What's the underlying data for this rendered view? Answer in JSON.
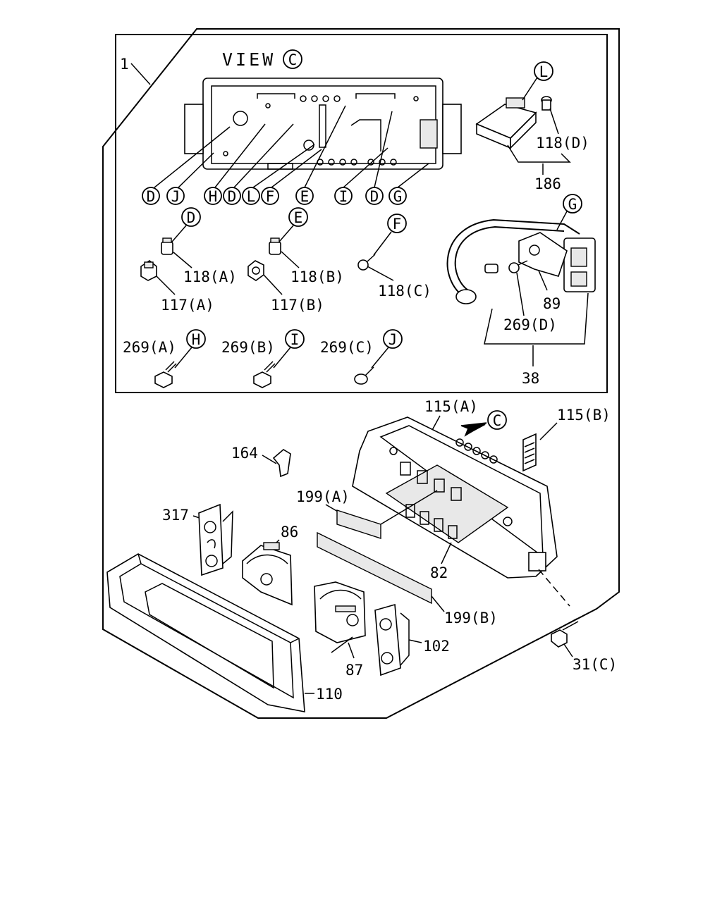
{
  "view_title": "VIEW",
  "view_ref": "C",
  "assembly_label": "1",
  "callouts_bottom_row": [
    "D",
    "J",
    "H",
    "D",
    "L",
    "F",
    "E",
    "I",
    "D",
    "G"
  ],
  "parts": {
    "p118A": {
      "label": "118(A)",
      "ref": "D"
    },
    "p118B": {
      "label": "118(B)",
      "ref": "E"
    },
    "p118C": {
      "label": "118(C)",
      "ref": "F"
    },
    "p117A": {
      "label": "117(A)"
    },
    "p117B": {
      "label": "117(B)"
    },
    "p118D": {
      "label": "118(D)",
      "ref": "L"
    },
    "p186": {
      "label": "186"
    },
    "p89": {
      "label": "89",
      "ref": "G"
    },
    "p269D": {
      "label": "269(D)"
    },
    "p38": {
      "label": "38"
    },
    "p269A": {
      "label": "269(A)",
      "ref": "H"
    },
    "p269B": {
      "label": "269(B)",
      "ref": "I"
    },
    "p269C": {
      "label": "269(C)",
      "ref": "J"
    },
    "p115A": {
      "label": "115(A)",
      "ref": "C"
    },
    "p115B": {
      "label": "115(B)"
    },
    "p164": {
      "label": "164"
    },
    "p199A": {
      "label": "199(A)"
    },
    "p199B": {
      "label": "199(B)"
    },
    "p317": {
      "label": "317"
    },
    "p86": {
      "label": "86"
    },
    "p82": {
      "label": "82"
    },
    "p87": {
      "label": "87"
    },
    "p102": {
      "label": "102"
    },
    "p110": {
      "label": "110"
    },
    "p31C": {
      "label": "31(C)"
    }
  }
}
